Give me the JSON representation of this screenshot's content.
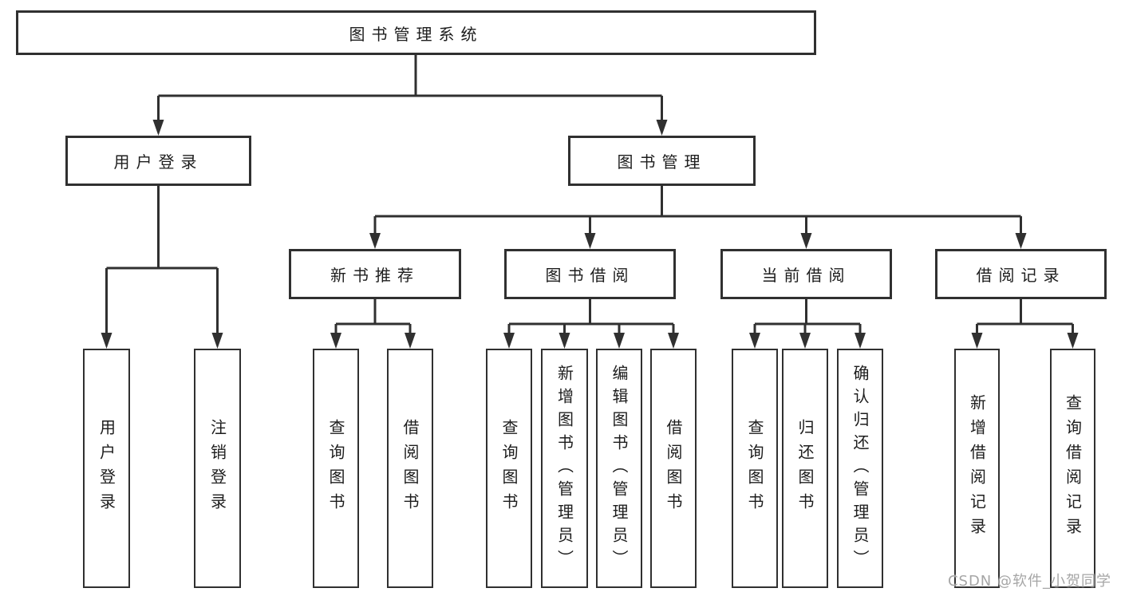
{
  "nodes": {
    "root": "图书管理系统",
    "user_login": "用户登录",
    "book_management": "图书管理",
    "new_book_recommend": "新书推荐",
    "book_borrow": "图书借阅",
    "current_borrow": "当前借阅",
    "borrow_records": "借阅记录",
    "leaf_user_login": "用户登录",
    "leaf_logout": "注销登录",
    "leaf_rec_query_books": "查询图书",
    "leaf_rec_borrow_books": "借阅图书",
    "leaf_bor_query_books": "查询图书",
    "leaf_bor_add_books": "新增图书（管理员）",
    "leaf_bor_edit_books": "编辑图书（管理员）",
    "leaf_bor_borrow_books": "借阅图书",
    "leaf_cur_query_books": "查询图书",
    "leaf_cur_return_books": "归还图书",
    "leaf_cur_confirm_return": "确认归还（管理员）",
    "leaf_log_add_record": "新增借阅记录",
    "leaf_log_query_record": "查询借阅记录"
  },
  "watermark": "CSDN @软件_小贺同学",
  "colors": {
    "line": "#303030",
    "text": "#1d1d1d",
    "background": "#ffffff",
    "watermark": "#a6a6a6"
  }
}
